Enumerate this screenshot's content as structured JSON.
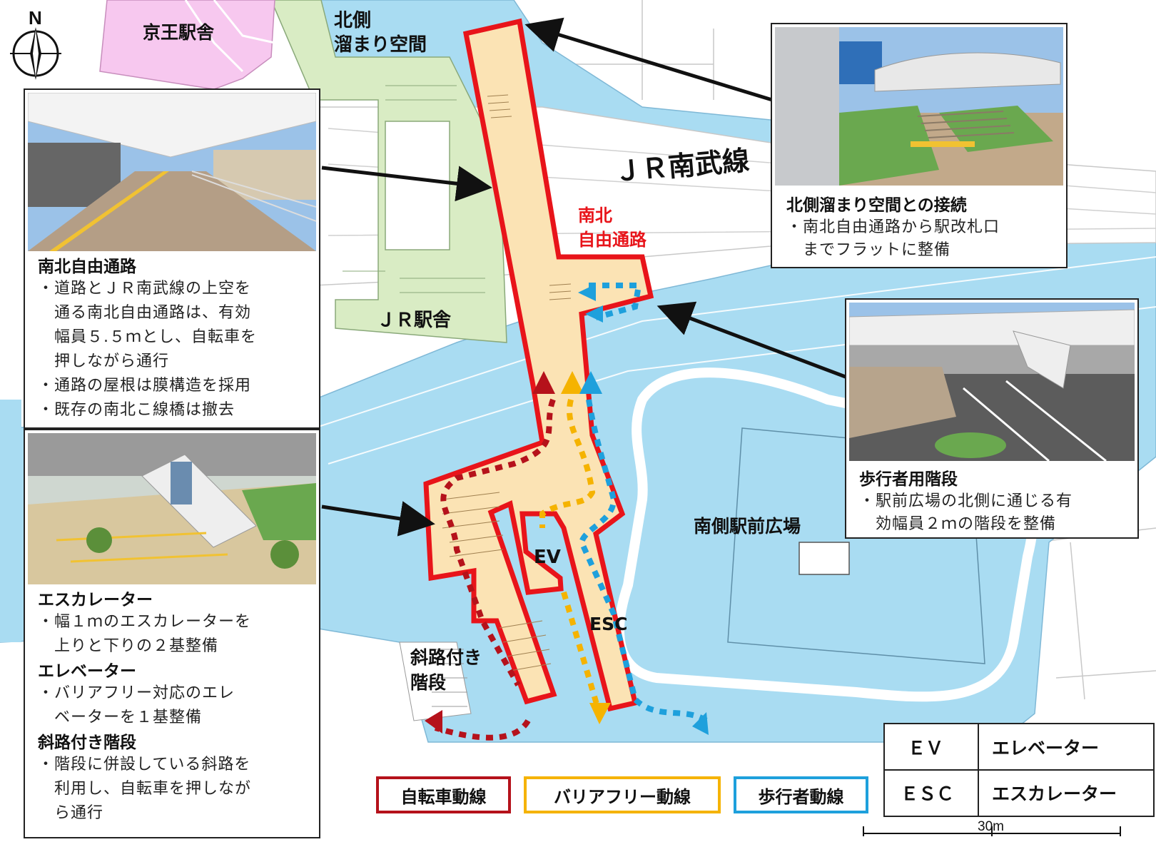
{
  "compass": {
    "label": "N"
  },
  "map_labels": {
    "keio_station": "京王駅舎",
    "north_space_line1": "北側",
    "north_space_line2": "溜まり空間",
    "jr_nambu_line": "ＪＲ南武線",
    "passage_line1": "南北",
    "passage_line2": "自由通路",
    "jr_station": "ＪＲ駅舎",
    "south_plaza": "南側駅前広場",
    "ev": "EV",
    "esc": "ESC",
    "slope_stairs_line1": "斜路付き",
    "slope_stairs_line2": "階段"
  },
  "callouts": {
    "north_connection": {
      "title": "北側溜まり空間との接続",
      "lines": [
        "・南北自由通路から駅改札口",
        "　までフラットに整備"
      ]
    },
    "passage": {
      "title": "南北自由通路",
      "lines": [
        "・道路とＪＲ南武線の上空を",
        "　通る南北自由通路は、有効",
        "　幅員５.５ｍとし、自転車を",
        "　押しながら通行",
        "・通路の屋根は膜構造を採用",
        "・既存の南北こ線橋は撤去"
      ]
    },
    "pedestrian_stairs": {
      "title": "歩行者用階段",
      "lines": [
        "・駅前広場の北側に通じる有",
        "　効幅員２ｍの階段を整備"
      ]
    },
    "facilities": {
      "sections": [
        {
          "title": "エスカレーター",
          "lines": [
            "・幅１ｍのエスカレーターを",
            "　上りと下りの２基整備"
          ]
        },
        {
          "title": "エレベーター",
          "lines": [
            "・バリアフリー対応のエレ",
            "　ベーターを１基整備"
          ]
        },
        {
          "title": "斜路付き階段",
          "lines": [
            "・階段に併設している斜路を",
            "　利用し、自転車を押しなが",
            "　ら通行"
          ]
        }
      ]
    }
  },
  "legend": [
    {
      "label": "自転車動線",
      "color": "#b5121b"
    },
    {
      "label": "バリアフリー動線",
      "color": "#f5b300"
    },
    {
      "label": "歩行者動線",
      "color": "#1ea0dc"
    }
  ],
  "abbreviations": [
    {
      "abbr": "ＥＶ",
      "meaning": "エレベーター"
    },
    {
      "abbr": "ＥＳＣ",
      "meaning": "エスカレーター"
    }
  ],
  "scale": {
    "label": "30m"
  },
  "colors": {
    "passage_outline": "#e8141a",
    "passage_fill": "#fbe3b4",
    "water_road": "#a9dcf2",
    "jr_station_fill": "#d9ecc4",
    "keio_fill": "#f7c8ef"
  }
}
